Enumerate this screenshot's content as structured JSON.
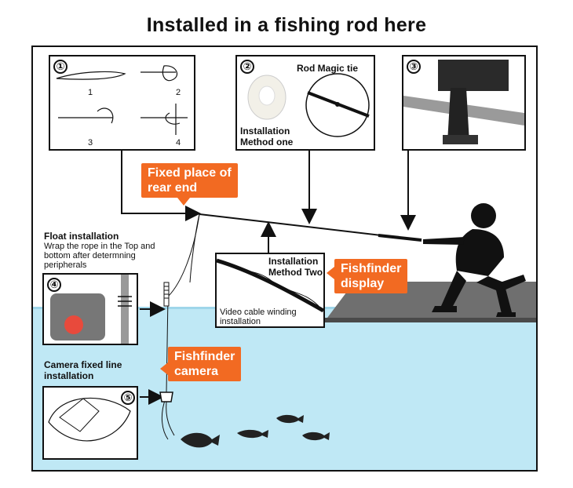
{
  "title": "Installed in a fishing rod here",
  "panels": {
    "p1": {
      "number": "①",
      "steps": [
        "1",
        "2",
        "3",
        "4"
      ]
    },
    "p2": {
      "number": "②",
      "heading": "Rod Magic tie",
      "caption_line1": "Installation",
      "caption_line2": "Method one"
    },
    "p3": {
      "number": "③"
    },
    "p4": {
      "number": "④"
    },
    "p5": {
      "number": "⑤"
    },
    "method_two": {
      "line1": "Installation",
      "line2": "Method Two",
      "caption_line1": "Video cable winding",
      "caption_line2": "installation"
    }
  },
  "callouts": {
    "rear_end_line1": "Fixed place of",
    "rear_end_line2": "rear end",
    "display_line1": "Fishfinder",
    "display_line2": "display",
    "camera_line1": "Fishfinder",
    "camera_line2": "camera"
  },
  "float_installation": {
    "heading": "Float installation",
    "desc_line1": "Wrap the rope in the Top and",
    "desc_line2": "bottom after determning",
    "desc_line3": "peripherals"
  },
  "camera_fixed": {
    "heading_line1": "Camera fixed line",
    "heading_line2": "installation"
  },
  "colors": {
    "accent": "#f26a22",
    "water": "#bfe8f5",
    "pier": "#6f6f6f"
  }
}
